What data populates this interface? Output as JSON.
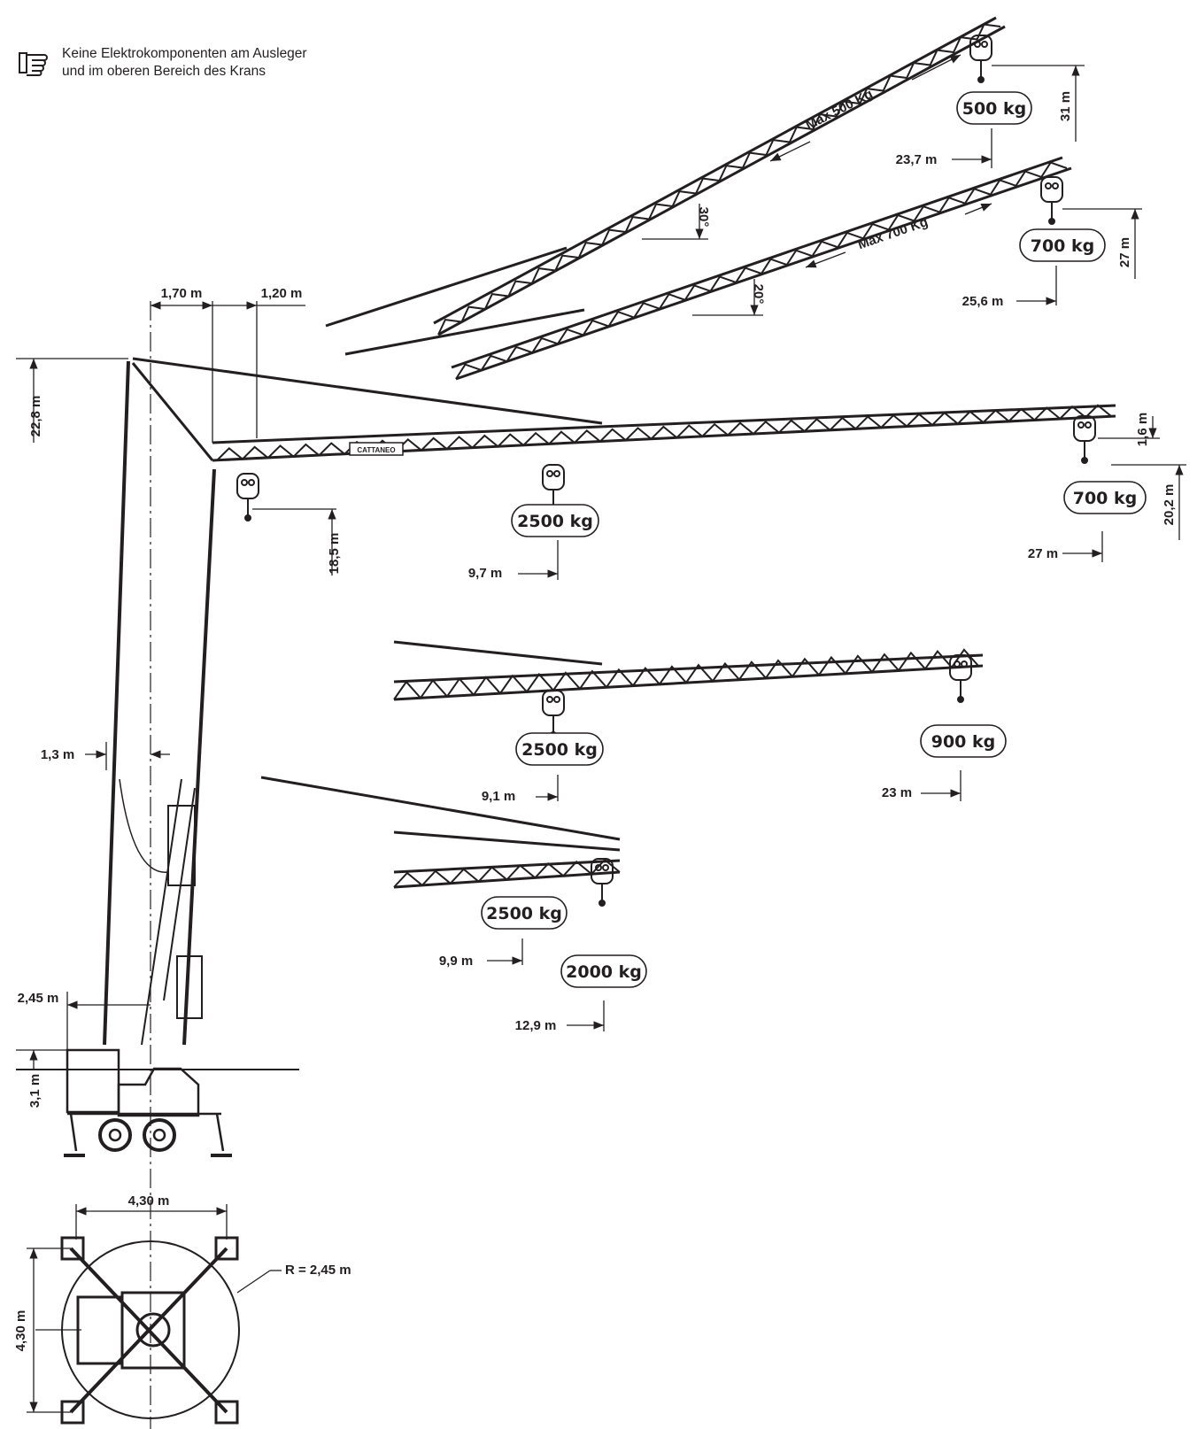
{
  "note": {
    "icon": "pointing-hand-icon",
    "line1": "Keine Elektrokomponenten am Ausleger",
    "line2": "und im oberen Bereich des Krans"
  },
  "brand": "CATTANEO",
  "loads": {
    "a30_tip": "500 kg",
    "a20_tip": "700 kg",
    "main_mid": "2500 kg",
    "main_tip": "700 kg",
    "short_mid": "2500 kg",
    "short_tip": "900 kg",
    "folded_mid": "2500 kg",
    "folded_tip": "2000 kg"
  },
  "max_labels": {
    "a30": "Max 500 Kg",
    "a20": "Max 700 Kg"
  },
  "angles": {
    "a30": "30°",
    "a20": "20°"
  },
  "dims": {
    "d_170": "1,70 m",
    "d_120": "1,20 m",
    "h_228": "22,8 m",
    "h_185": "18,5 m",
    "h_16": "1,6 m",
    "h_202": "20,2 m",
    "h_31": "31 m",
    "h_27": "27 m",
    "r_237": "23,7 m",
    "r_256": "25,6 m",
    "r_97": "9,7 m",
    "r_27": "27 m",
    "r_91": "9,1 m",
    "r_23": "23 m",
    "r_99": "9,9 m",
    "r_129": "12,9 m",
    "d_13": "1,3 m",
    "d_245": "2,45 m",
    "h_31b": "3,1 m",
    "w_430": "4,30 m",
    "h_430": "4,30 m",
    "radius": "R = 2,45 m"
  }
}
